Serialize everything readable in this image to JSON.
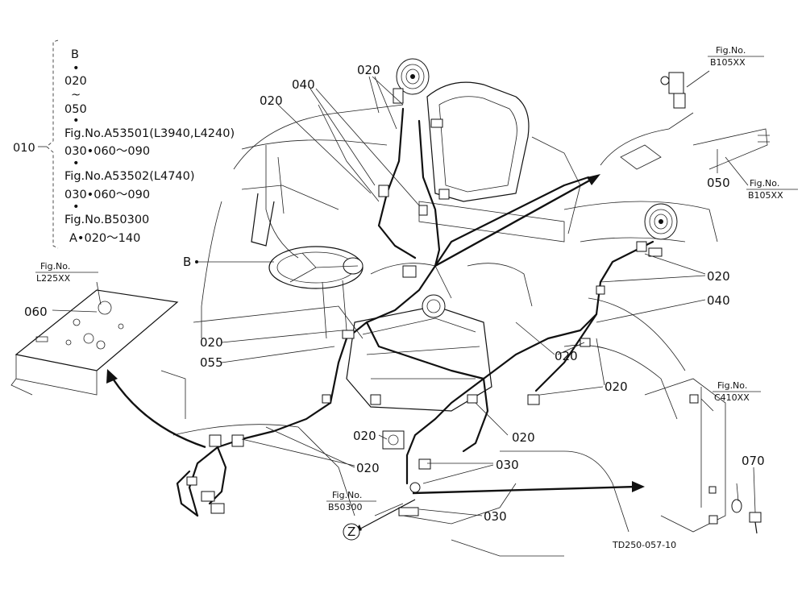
{
  "group": {
    "code": "010",
    "lines": [
      "B",
      "•",
      "020",
      "~",
      "050",
      "•",
      "Fig.No.A53501(L3940,L4240)",
      "030•060～090",
      "•",
      "Fig.No.A53502(L4740)",
      "030•060～090",
      "•",
      "Fig.No.B50300",
      "A•020～140"
    ]
  },
  "callouts": {
    "c020_top": "020",
    "c040_top": "040",
    "c020_left_top": "020",
    "b_marker": "B",
    "c020_left_mid": "020",
    "c055": "055",
    "c060": "060",
    "c050": "050",
    "c020_r1": "020",
    "c040_r": "040",
    "c020_r2": "020",
    "c020_r3": "020",
    "c020_bc1": "020",
    "c020_bc2": "020",
    "c020_bl": "020",
    "c030_1": "030",
    "c030_2": "030",
    "c070": "070",
    "z_marker": "Z"
  },
  "fig_refs": {
    "l225": {
      "line1": "Fig.No.",
      "line2": "L225XX"
    },
    "b105_top": {
      "line1": "Fig.No.",
      "line2": "B105XX"
    },
    "b105_side": {
      "line1": "Fig.No.",
      "line2": "B105XX"
    },
    "c410": {
      "line1": "Fig.No.",
      "line2": "C410XX"
    },
    "b50300": {
      "line1": "Fig.No.",
      "line2": "B50300"
    }
  },
  "drawing_id": "TD250-057-10"
}
